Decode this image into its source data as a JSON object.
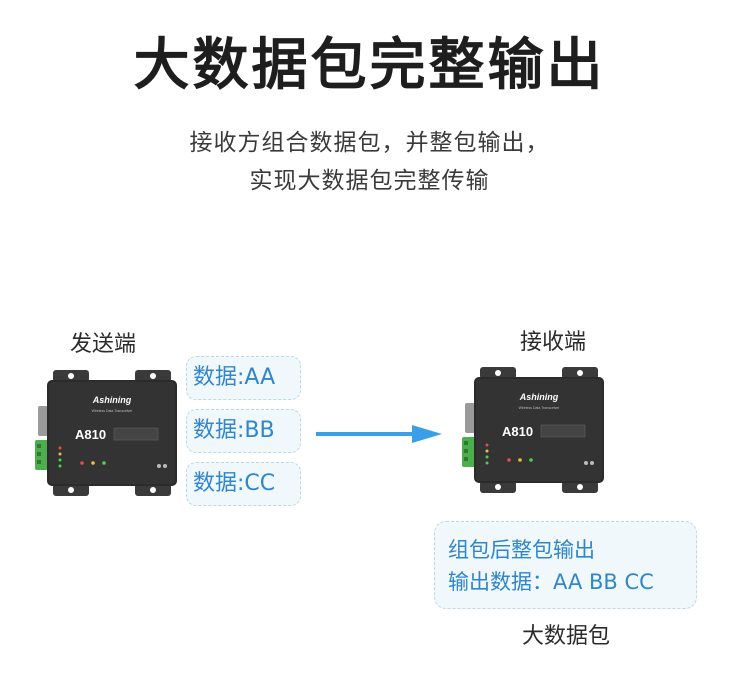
{
  "title": "大数据包完整输出",
  "subtitle": {
    "line1": "接收方组合数据包，并整包输出，",
    "line2": "实现大数据包完整传输"
  },
  "sender": {
    "label": "发送端",
    "packets": [
      "数据:AA",
      "数据:BB",
      "数据:CC"
    ]
  },
  "receiver": {
    "label": "接收端",
    "result_line1": "组包后整包输出",
    "result_line2": "输出数据：AA BB CC",
    "caption": "大数据包"
  },
  "device": {
    "brand": "Ashining",
    "tagline": "Wireless Data Transceiver",
    "model": "A810"
  },
  "colors": {
    "accent": "#2f86ce",
    "arrow": "#3a9ee8",
    "device_body": "#2b2b2b",
    "terminal": "#4cae4c"
  }
}
